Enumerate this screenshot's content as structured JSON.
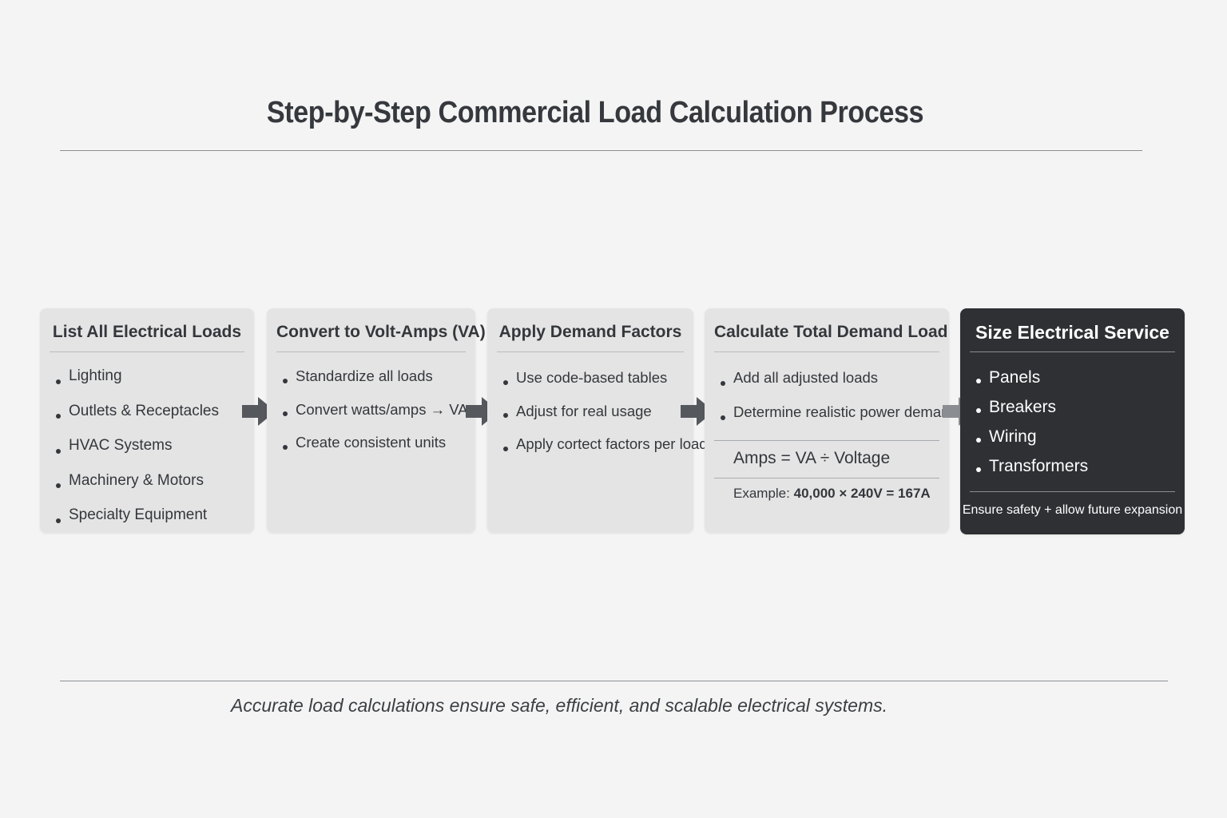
{
  "title": "Step-by-Step Commercial Load Calculation Process",
  "colors": {
    "background": "#f4f4f4",
    "card": "#e4e4e5",
    "card_dark": "#2e3034",
    "arrow": "#55585d"
  },
  "steps": [
    {
      "heading": "List All Electrical Loads",
      "items": [
        "Lighting",
        "Outlets & Receptacles",
        "HVAC Systems",
        "Machinery & Motors",
        "Specialty Equipment"
      ]
    },
    {
      "heading": "Convert to Volt-Amps (VA)",
      "items": [
        "Standardize all loads",
        "Convert watts/amps → VA",
        "Create consistent units"
      ]
    },
    {
      "heading": "Apply Demand Factors",
      "items": [
        "Use code-based tables",
        "Adjust for real usage",
        "Apply cortect factors per load"
      ]
    },
    {
      "heading": "Calculate Total Demand Load",
      "items": [
        "Add all adjusted loads",
        "Determine realistic power demand"
      ],
      "formula": "Amps = VA ÷ Voltage",
      "example_label": "Example:",
      "example_value": "40,000 × 240V = 167A"
    },
    {
      "heading": "Size Electrical Service",
      "items": [
        "Panels",
        "Breakers",
        "Wiring",
        "Transformers"
      ],
      "note": "Ensure safety + allow future expansion"
    }
  ],
  "arrows": [
    "arrow-right-icon",
    "arrow-right-icon",
    "arrow-right-icon",
    "arrow-right-icon"
  ],
  "footer": "Accurate load calculations ensure safe, efficient, and scalable electrical systems."
}
